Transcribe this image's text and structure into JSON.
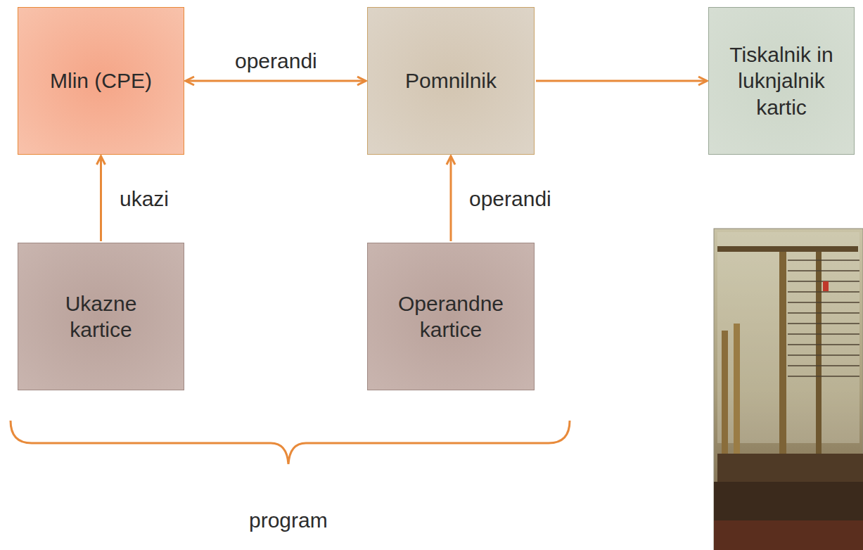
{
  "diagram": {
    "nodes": [
      {
        "text": [
          "Mlin (CPE)"
        ]
      },
      {
        "text": [
          "Pomnilnik"
        ]
      },
      {
        "text": [
          "Tiskalnik in luknjalnik kartic"
        ]
      },
      {
        "text": [
          "Ukazne kartice"
        ]
      },
      {
        "text": [
          "Operandne kartice"
        ]
      }
    ],
    "edges": [
      {
        "from": 0,
        "to": 1,
        "label": "operandi",
        "arrow": "both"
      },
      {
        "from": 1,
        "to": 2,
        "arrow": "to"
      },
      {
        "from": 3,
        "to": 0,
        "label": "ukazi",
        "arrow": "to"
      },
      {
        "from": 4,
        "to": 1,
        "label": "operandi",
        "arrow": "to"
      }
    ],
    "labels": [
      "program"
    ]
  }
}
